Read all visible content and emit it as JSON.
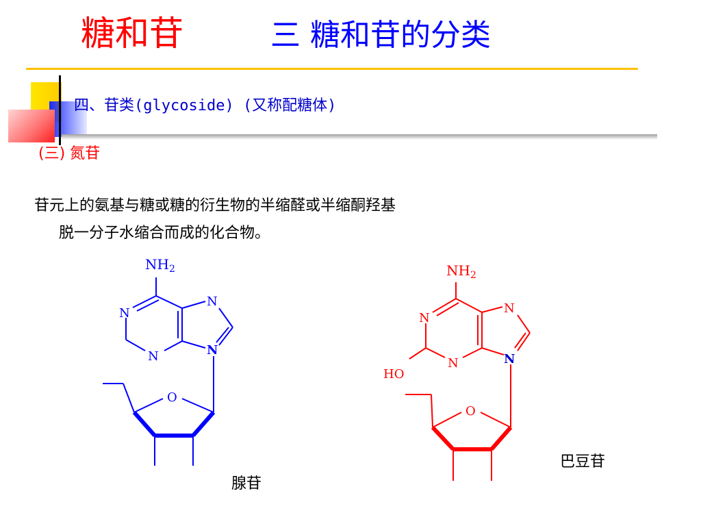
{
  "title": {
    "left": "糖和苷",
    "right": "三  糖和苷的分类"
  },
  "heading": "四、苷类(glycoside) (又称配糖体)",
  "subheading": "(三) 氮苷",
  "description": {
    "line1": "苷元上的氨基与糖或糖的衍生物的半缩醛或半缩酮羟基",
    "line2": "脱一分子水缩合而成的化合物。"
  },
  "structures": {
    "left": {
      "name": "腺苷",
      "color": "#0000ff",
      "nh2": "NH2",
      "n1": "N",
      "n3": "N",
      "n7": "N",
      "n9": "N",
      "o": "O"
    },
    "right": {
      "name": "巴豆苷",
      "color": "#ff0000",
      "nh2": "NH2",
      "n1": "N",
      "n3": "N",
      "n7": "N",
      "n9": "N",
      "o": "O",
      "ho": "HO"
    }
  },
  "colors": {
    "title_red": "#ff0000",
    "title_blue": "#0000ff",
    "rule": "#ffc000"
  }
}
